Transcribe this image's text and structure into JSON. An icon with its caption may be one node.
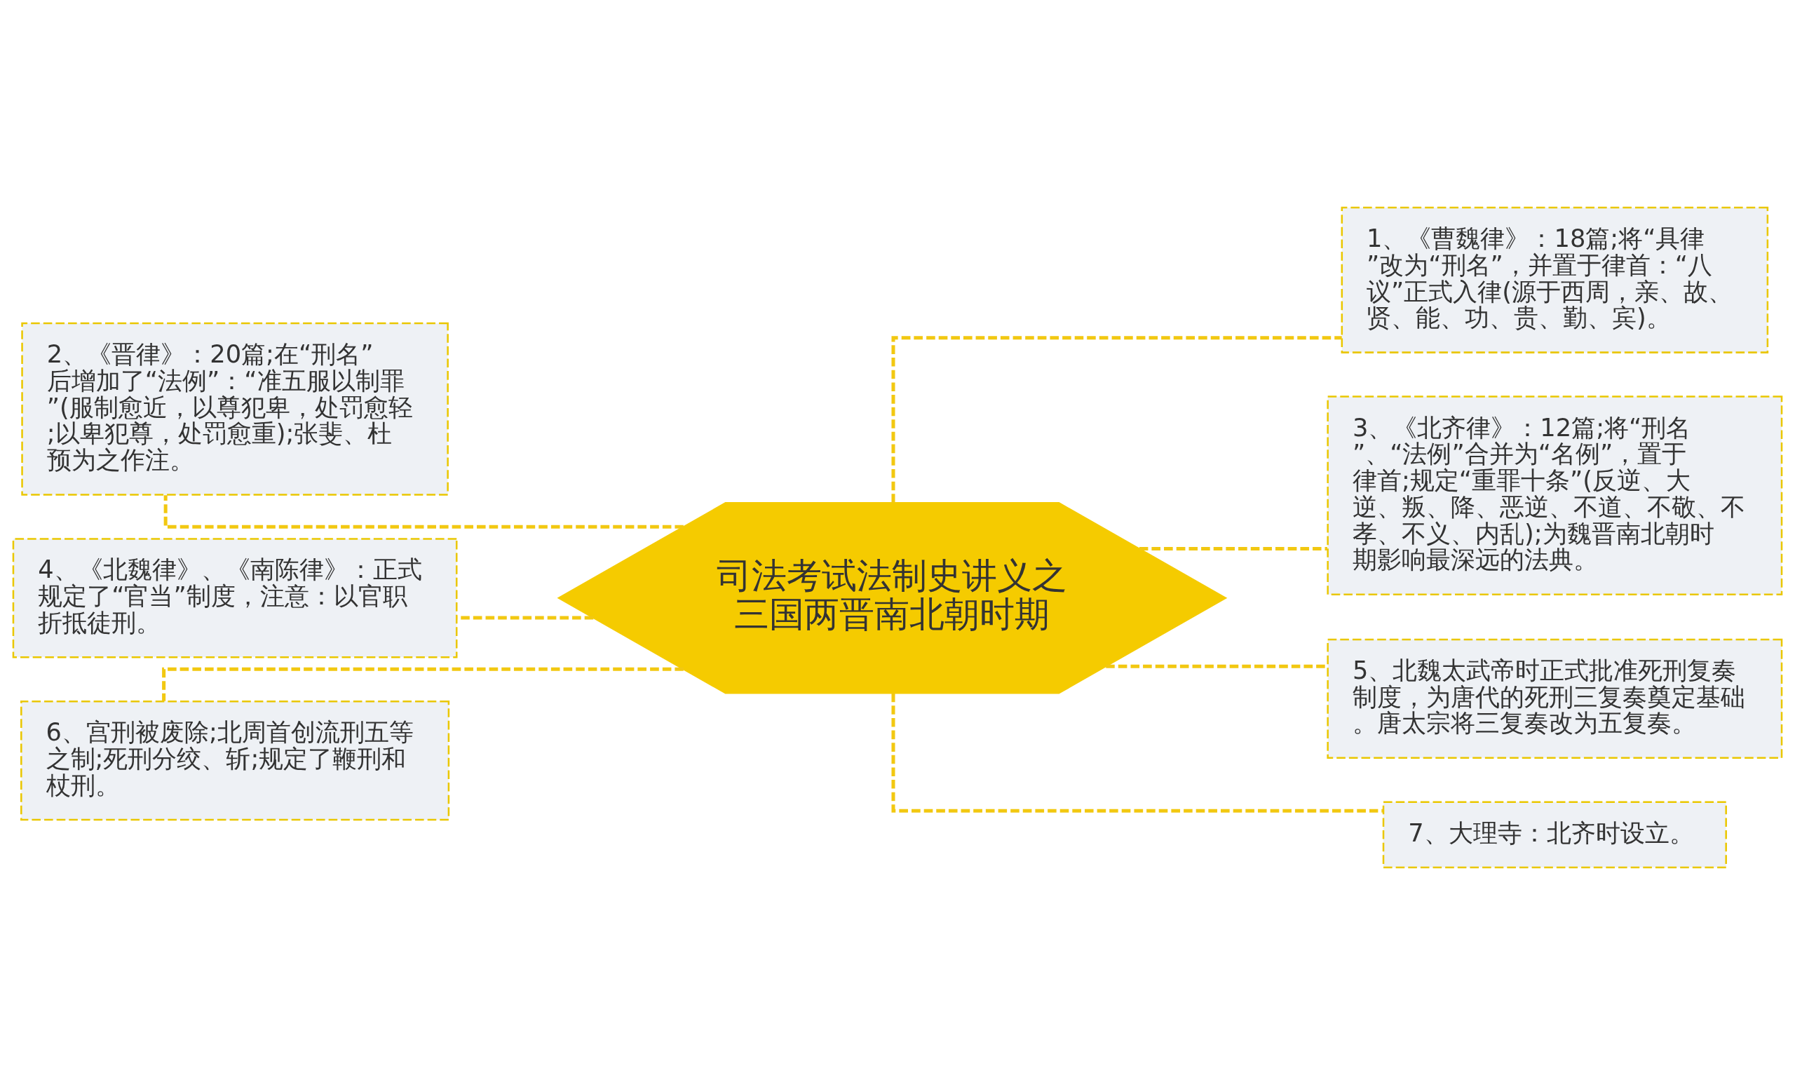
{
  "diagram": {
    "nodes": [
      {
        "text": [
          "司法考试法制史讲义之三国两晋南北朝时期"
        ]
      },
      {
        "text": [
          "1、《曹魏律》：18篇;将“具律”改为“刑名”，并置于律首：“八议”正式入律(源于西周，亲、故、贤、能、功、贵、勤、宾)。"
        ]
      },
      {
        "text": [
          "2、《晋律》：20篇;在“刑名”后增加了“法例”：“准五服以制罪”(服制愈近，以尊犯卑，处罚愈轻;以卑犯尊，处罚愈重);张斐、杜预为之作注。"
        ]
      },
      {
        "text": [
          "3、《北齐律》：12篇;将“刑名”、“法例”合并为“名例”，置于律首;规定“重罪十条”(反逆、大逆、叛、降、恶逆、不道、不敬、不孝、不义、内乱);为魏晋南北朝时期影响最深远的法典。"
        ]
      },
      {
        "text": [
          "4、《北魏律》、《南陈律》：正式规定了“官当”制度，注意：以官职折抵徒刑。"
        ]
      },
      {
        "text": [
          "5、北魏太武帝时正式批准死刑复奏制度，为唐代的死刑三复奏奠定基础。唐太宗将三复奏改为五复奏。"
        ]
      },
      {
        "text": [
          "6、宫刑被废除;北周首创流刑五等之制;死刑分绞、斩;规定了鞭刑和杖刑。"
        ]
      },
      {
        "text": [
          "7、大理寺：北齐时设立。"
        ]
      }
    ],
    "edges": [
      {
        "from": 0,
        "to": 1,
        "arrow": "none",
        "style": "dashed"
      },
      {
        "from": 0,
        "to": 2,
        "arrow": "none",
        "style": "dashed"
      },
      {
        "from": 0,
        "to": 3,
        "arrow": "none",
        "style": "dashed"
      },
      {
        "from": 0,
        "to": 4,
        "arrow": "none",
        "style": "dashed"
      },
      {
        "from": 0,
        "to": 5,
        "arrow": "none",
        "style": "dashed"
      },
      {
        "from": 0,
        "to": 6,
        "arrow": "none",
        "style": "dashed"
      },
      {
        "from": 0,
        "to": 7,
        "arrow": "none",
        "style": "dashed"
      }
    ]
  }
}
